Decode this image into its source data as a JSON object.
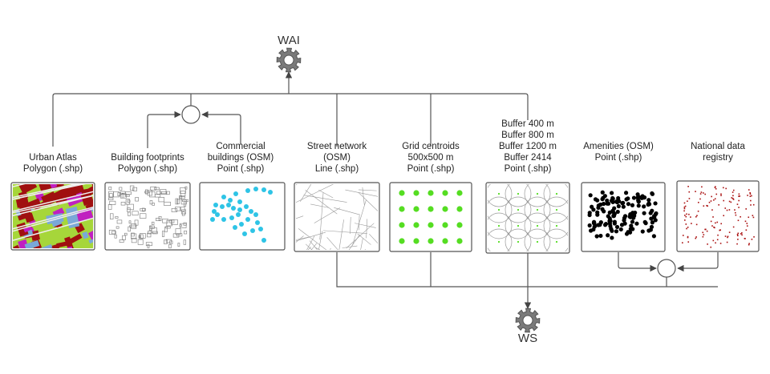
{
  "top_node": {
    "label": "WAI"
  },
  "bottom_node": {
    "label": "WS"
  },
  "sources": [
    {
      "id": "urban-atlas",
      "lines": [
        "Urban Atlas",
        "Polygon (.shp)"
      ]
    },
    {
      "id": "building-footprints",
      "lines": [
        "Building footprints",
        "Polygon (.shp)"
      ]
    },
    {
      "id": "commercial-buildings",
      "lines": [
        "Commercial",
        "buildings (OSM)",
        "Point (.shp)"
      ]
    },
    {
      "id": "street-network",
      "lines": [
        "Street network",
        "(OSM)",
        "Line (.shp)"
      ]
    },
    {
      "id": "grid-centroids",
      "lines": [
        "Grid centroids",
        "500x500 m",
        "Point (.shp)"
      ]
    },
    {
      "id": "buffers",
      "lines": [
        "Buffer 400 m",
        "Buffer 800 m",
        "Buffer 1200 m",
        "Buffer 2414",
        "Point (.shp)"
      ]
    },
    {
      "id": "amenities",
      "lines": [
        "Amenities (OSM)",
        "Point (.shp)"
      ]
    },
    {
      "id": "national-data-registry",
      "lines": [
        "National data",
        "registry"
      ]
    }
  ],
  "colors": {
    "line": "#555555",
    "gear": "#7a7a7a",
    "commercial_points": "#2ec4e6",
    "grid_points": "#55dd22",
    "amenity_points": "#000000",
    "registry_points": "#aa1111",
    "urban_atlas_red": "#a01010",
    "urban_atlas_magenta": "#c020c0",
    "urban_atlas_green": "#a6d63a"
  }
}
